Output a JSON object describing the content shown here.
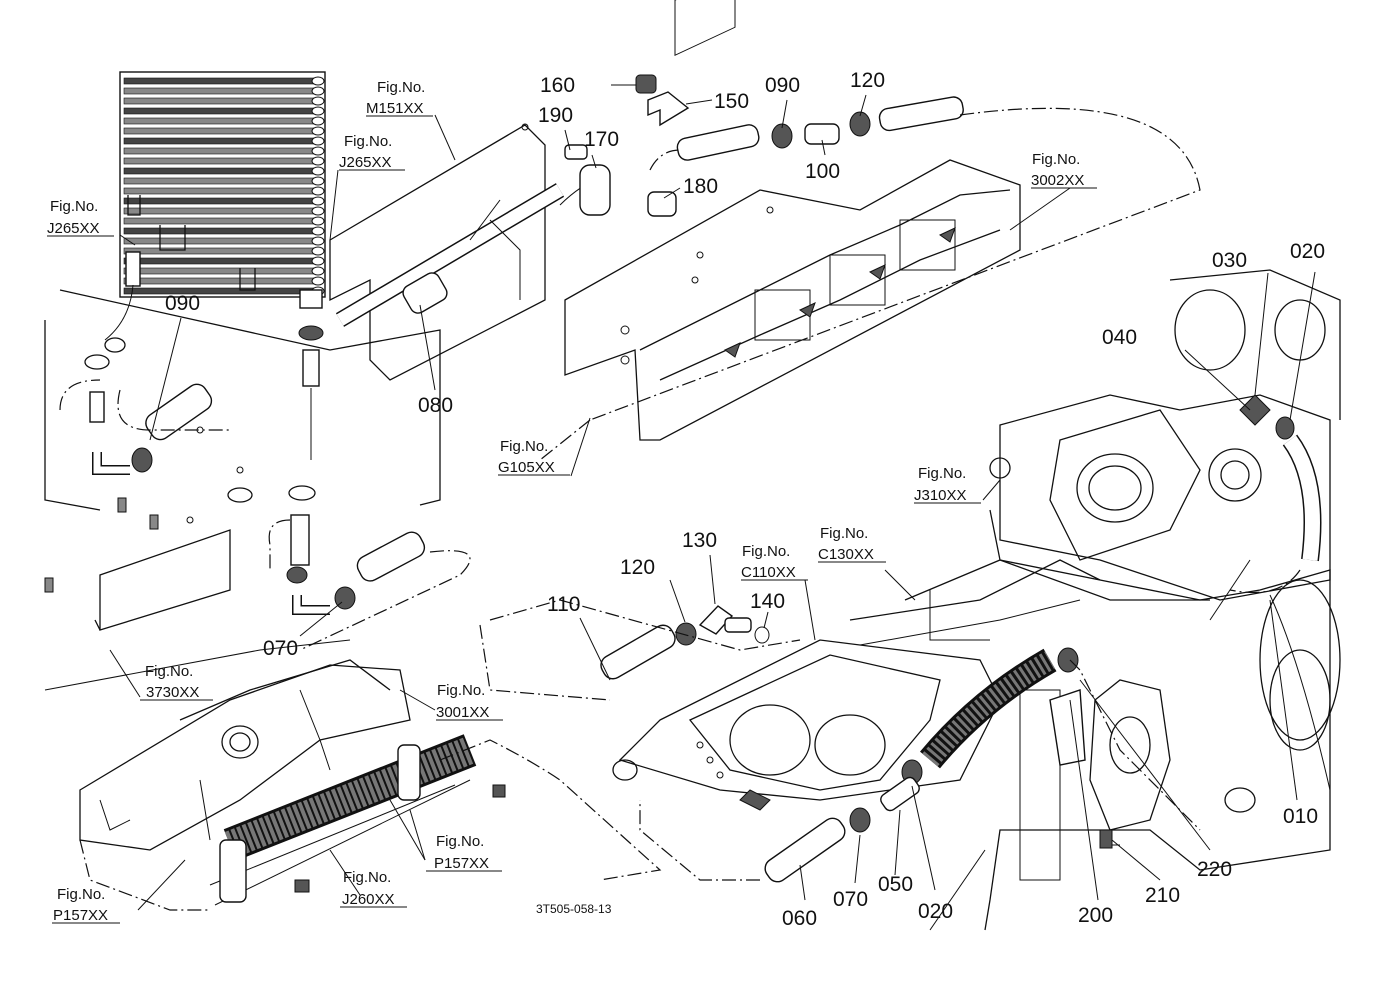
{
  "callouts": [
    "160",
    "150",
    "090",
    "120",
    "190",
    "170",
    "100",
    "180",
    "090",
    "080",
    "040",
    "030",
    "020",
    "130",
    "120",
    "110",
    "140",
    "070",
    "050",
    "020",
    "060",
    "070",
    "200",
    "210",
    "220",
    "010"
  ],
  "figure_refs": [
    {
      "heading": "Fig.No.",
      "code": "M151XX"
    },
    {
      "heading": "Fig.No.",
      "code": "J265XX"
    },
    {
      "heading": "Fig.No.",
      "code": "J265XX"
    },
    {
      "heading": "Fig.No.",
      "code": "3002XX"
    },
    {
      "heading": "Fig.No.",
      "code": "G105XX"
    },
    {
      "heading": "Fig.No.",
      "code": "J310XX"
    },
    {
      "heading": "Fig.No.",
      "code": "C110XX"
    },
    {
      "heading": "Fig.No.",
      "code": "C130XX"
    },
    {
      "heading": "Fig.No.",
      "code": "3730XX"
    },
    {
      "heading": "Fig.No.",
      "code": "3001XX"
    },
    {
      "heading": "Fig.No.",
      "code": "P157XX"
    },
    {
      "heading": "Fig.No.",
      "code": "J260XX"
    },
    {
      "heading": "Fig.No.",
      "code": "P157XX"
    }
  ],
  "drawing_number": "3T505-058-13"
}
